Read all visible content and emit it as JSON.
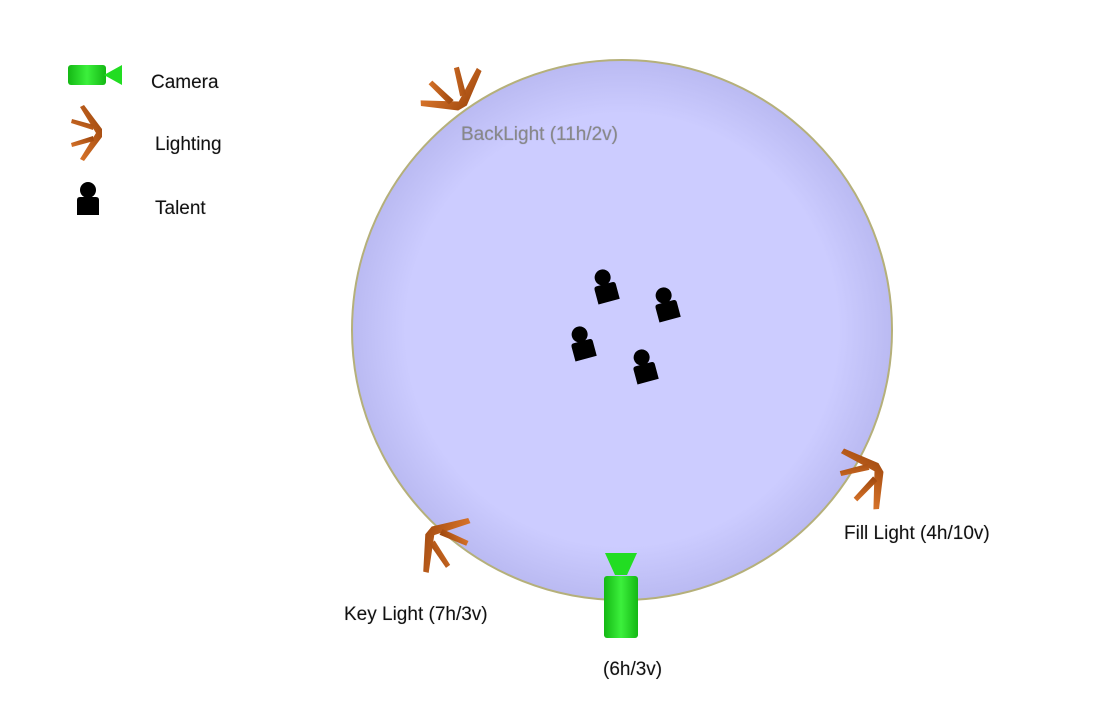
{
  "legend": {
    "camera_label": "Camera",
    "lighting_label": "Lighting",
    "talent_label": "Talent"
  },
  "labels": {
    "back_light": "BackLight (11h/2v)",
    "fill_light": "Fill Light (4h/10v)",
    "key_light": "Key Light (7h/3v)",
    "camera": "(6h/3v)"
  },
  "colors": {
    "set_circle_fill": "#ccccff",
    "set_circle_edge": "#b5b07a",
    "camera": "#22dd22",
    "light": "#c25a12",
    "talent": "#000000",
    "back_light_label": "#888888"
  },
  "icons": {
    "camera": "video-camera-icon",
    "light": "light-stand-icon",
    "talent": "person-icon"
  }
}
